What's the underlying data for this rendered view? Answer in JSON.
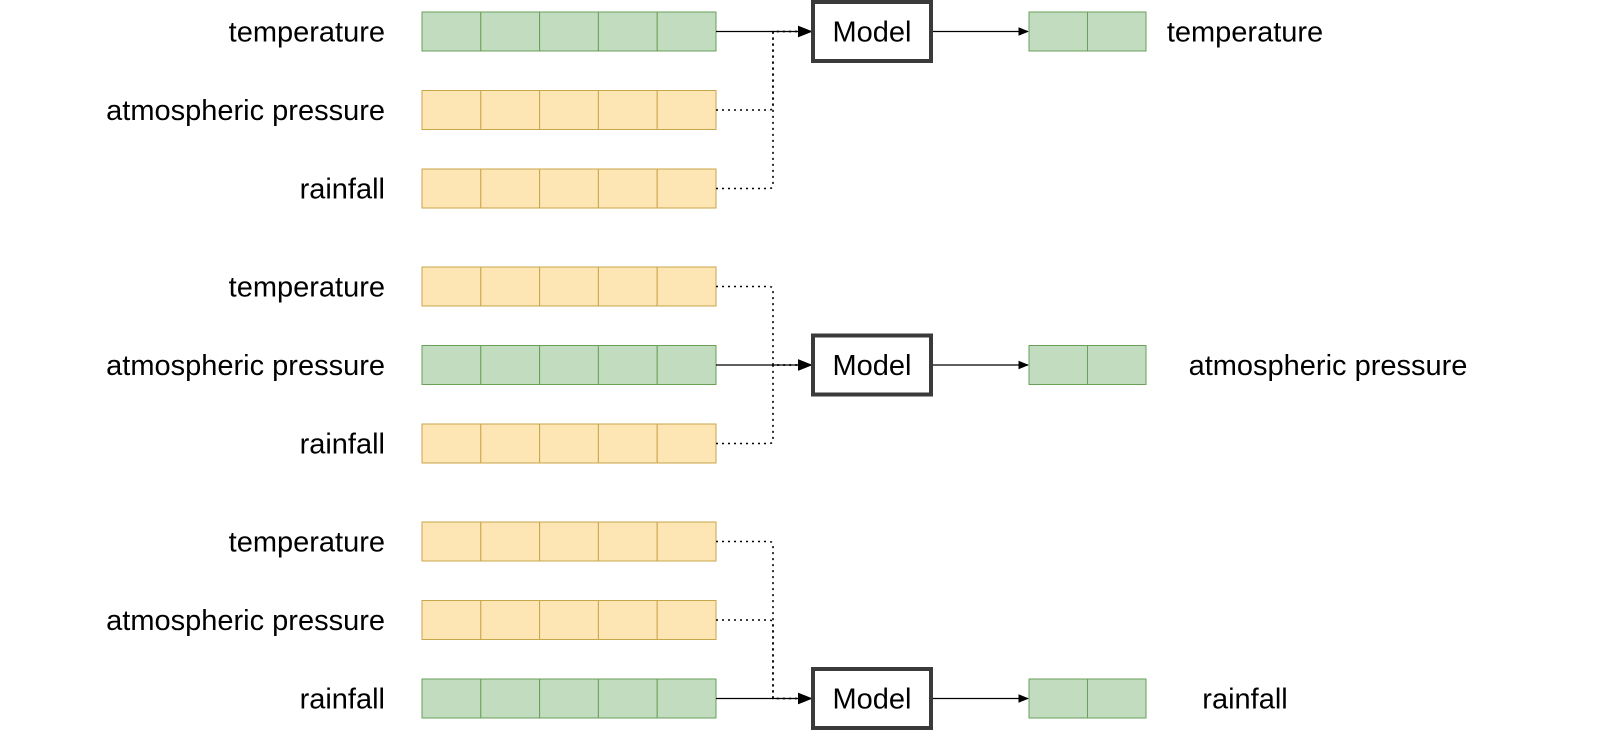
{
  "colors": {
    "target_fill": "#c2dcc0",
    "target_stroke": "#6a9f58",
    "covariate_fill": "#fde5b4",
    "covariate_stroke": "#c8a64a",
    "model_stroke": "#3a3a3a",
    "line": "#000000"
  },
  "model_label": "Model",
  "groups": [
    {
      "inputs": [
        {
          "label": "temperature",
          "role": "target",
          "cells": 5
        },
        {
          "label": "atmospheric pressure",
          "role": "covariate",
          "cells": 5
        },
        {
          "label": "rainfall",
          "role": "covariate",
          "cells": 5
        }
      ],
      "output": {
        "label": "temperature",
        "cells": 2
      }
    },
    {
      "inputs": [
        {
          "label": "temperature",
          "role": "covariate",
          "cells": 5
        },
        {
          "label": "atmospheric pressure",
          "role": "target",
          "cells": 5
        },
        {
          "label": "rainfall",
          "role": "covariate",
          "cells": 5
        }
      ],
      "output": {
        "label": "atmospheric pressure",
        "cells": 2
      }
    },
    {
      "inputs": [
        {
          "label": "temperature",
          "role": "covariate",
          "cells": 5
        },
        {
          "label": "atmospheric pressure",
          "role": "covariate",
          "cells": 5
        },
        {
          "label": "rainfall",
          "role": "target",
          "cells": 5
        }
      ],
      "output": {
        "label": "rainfall",
        "cells": 2
      }
    }
  ]
}
